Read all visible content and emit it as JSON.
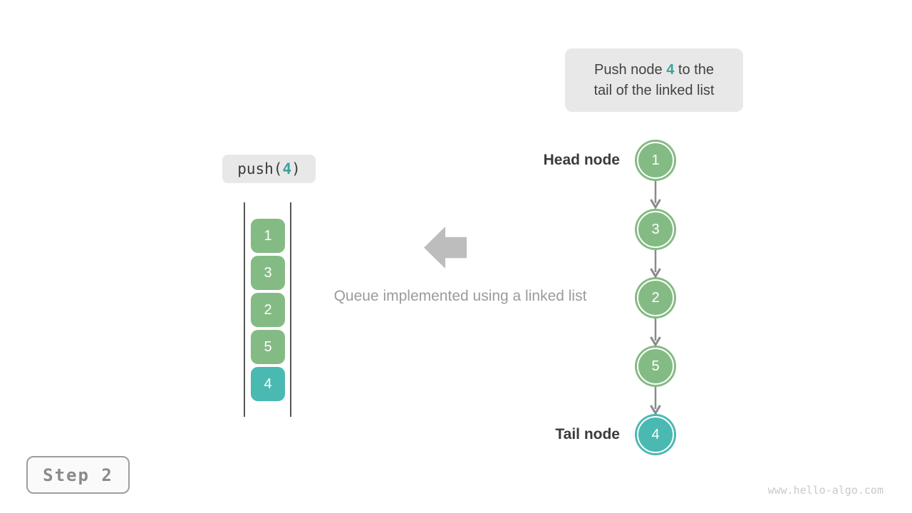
{
  "colors": {
    "node_green": "#84bb84",
    "node_teal": "#4ab9b1",
    "accent_teal_text": "#3aa59c",
    "callout_bg": "#e8e8e8",
    "block_arrow": "#bdbdbd",
    "connector_gray": "#8a8a8a",
    "queue_wall": "#555555"
  },
  "callout": {
    "line1_prefix": "Push node ",
    "value": "4",
    "line1_suffix": " to the",
    "line2": "tail of the linked list"
  },
  "operation": {
    "prefix": "push(",
    "value": "4",
    "suffix": ")"
  },
  "queue": {
    "items": [
      {
        "value": "1",
        "color": "#84bb84"
      },
      {
        "value": "3",
        "color": "#84bb84"
      },
      {
        "value": "2",
        "color": "#84bb84"
      },
      {
        "value": "5",
        "color": "#84bb84"
      },
      {
        "value": "4",
        "color": "#4ab9b1"
      }
    ]
  },
  "caption": "Queue implemented using a linked list",
  "linked_list": {
    "head_label": "Head node",
    "tail_label": "Tail node",
    "nodes": [
      {
        "value": "1",
        "color": "#84bb84"
      },
      {
        "value": "3",
        "color": "#84bb84"
      },
      {
        "value": "2",
        "color": "#84bb84"
      },
      {
        "value": "5",
        "color": "#84bb84"
      },
      {
        "value": "4",
        "color": "#4ab9b1"
      }
    ]
  },
  "step_badge": "Step 2",
  "watermark": "www.hello-algo.com"
}
